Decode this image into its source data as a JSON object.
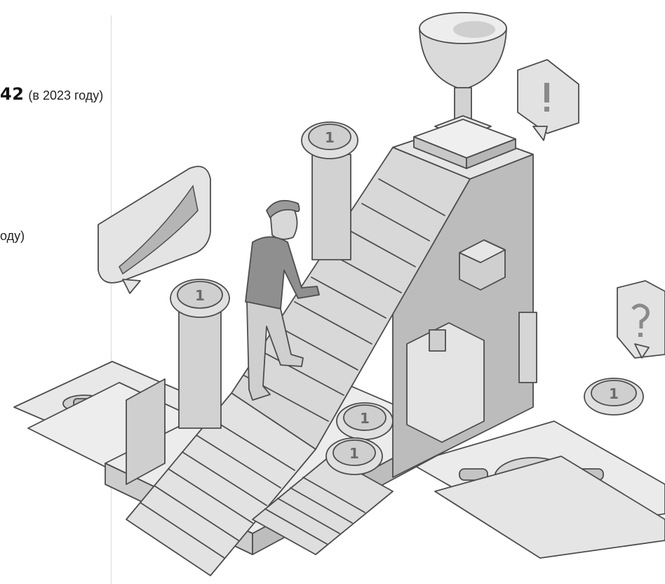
{
  "stats": [
    {
      "value": "42",
      "note": "(в 2023 году)"
    },
    {
      "value": "",
      "note": "оду)"
    }
  ],
  "illustration": {
    "description_icons": [
      "trophy-icon",
      "exclamation-bubble-icon",
      "question-bubble-icon",
      "chart-bubble-icon",
      "coin-icon",
      "banknote-icon",
      "person-climbing-icon",
      "staircase-icon"
    ],
    "coin_glyph": "1"
  },
  "colors": {
    "background": "#ffffff",
    "shape_light": "#ececec",
    "shape_mid": "#d4d4d4",
    "shape_dark": "#b8b8b8",
    "stroke": "#4d4d4d",
    "divider": "#d9d9d9"
  }
}
